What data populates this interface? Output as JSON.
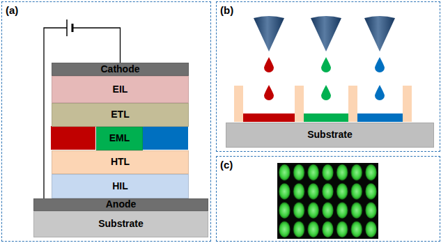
{
  "diagram": {
    "nodes": [
      {
        "text": [
          "(a)"
        ]
      },
      {
        "text": [
          "Cathode"
        ],
        "in": 0
      },
      {
        "text": [
          "EIL"
        ],
        "in": 0
      },
      {
        "text": [
          "ETL"
        ],
        "in": 0
      },
      {
        "text": [
          "EML"
        ],
        "in": 0
      },
      {
        "text": [
          "HTL"
        ],
        "in": 0
      },
      {
        "text": [
          "HIL"
        ],
        "in": 0
      },
      {
        "text": [
          "Anode"
        ],
        "in": 0
      },
      {
        "text": [
          "Substrate"
        ],
        "in": 0
      },
      {
        "text": [
          "(b)"
        ]
      },
      {
        "text": [
          "Substrate"
        ],
        "in": 9
      },
      {
        "text": [
          "(c)"
        ]
      }
    ],
    "edges": [
      {
        "from": 7,
        "to": 1,
        "arrow": "none"
      }
    ]
  }
}
